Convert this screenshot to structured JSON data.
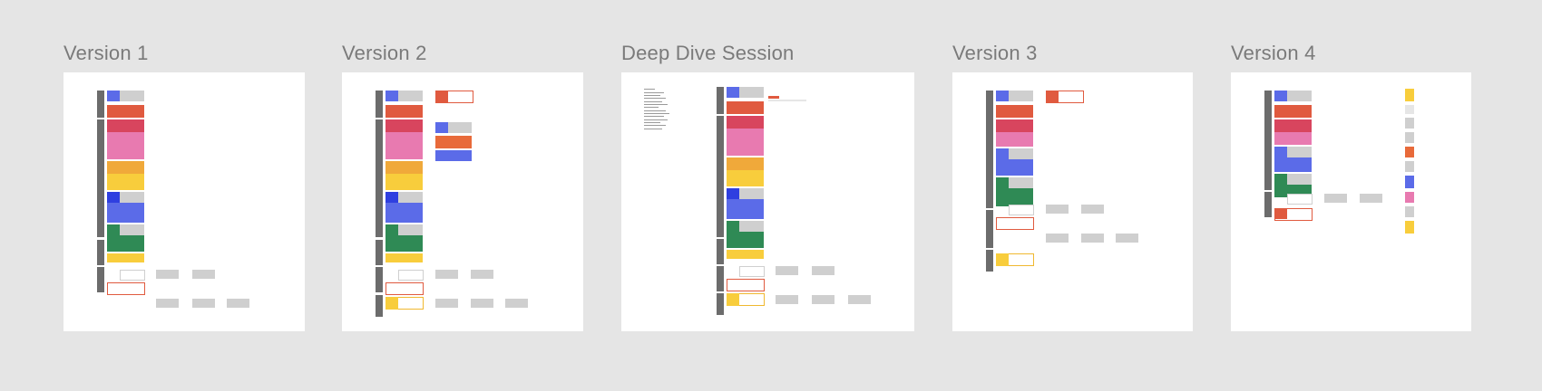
{
  "canvas": {
    "background": "#e5e5e5",
    "frame_background": "#ffffff"
  },
  "frames": [
    {
      "id": "v1",
      "title": "Version 1"
    },
    {
      "id": "v2",
      "title": "Version 2"
    },
    {
      "id": "deep",
      "title": "Deep Dive Session"
    },
    {
      "id": "v3",
      "title": "Version 3"
    },
    {
      "id": "v4",
      "title": "Version 4"
    }
  ],
  "colors": {
    "title_text": "#7a7a7a",
    "blue": "#5b6be8",
    "dark_blue": "#2f3fe0",
    "red": "#e05a3f",
    "pink": "#e87ab0",
    "crimson": "#d8455e",
    "amber": "#f0a93a",
    "yellow": "#f8cd3c",
    "green": "#2f8a55",
    "rail": "#6c6c6c",
    "placeholder_grey": "#cfcfcf"
  }
}
